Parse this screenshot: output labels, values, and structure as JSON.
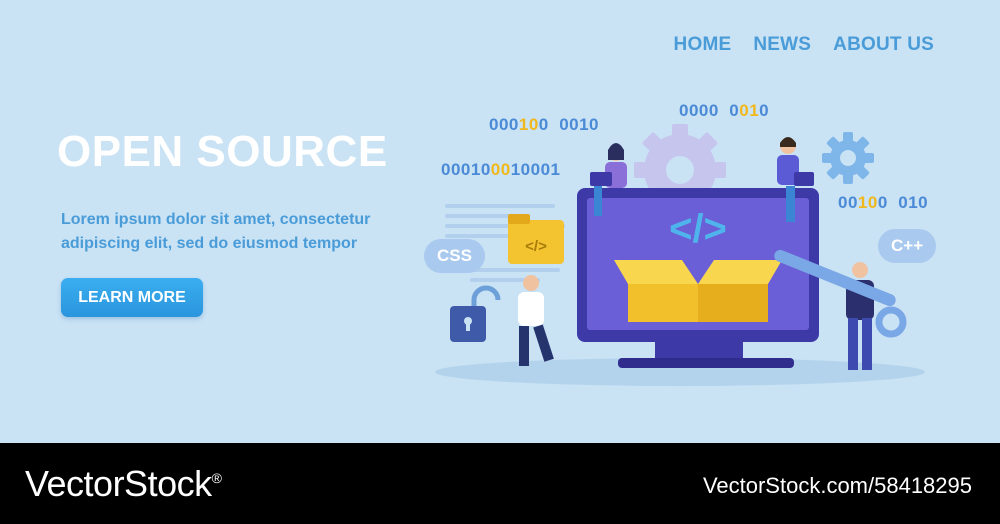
{
  "nav": {
    "items": [
      "HOME",
      "NEWS",
      "ABOUT US"
    ]
  },
  "hero": {
    "title": "OPEN SOURCE",
    "description": "Lorem ipsum dolor sit amet, consectetur adipiscing elit, sed do eiusmod tempor",
    "cta_label": "LEARN MORE"
  },
  "binary": {
    "b1": {
      "pre": "000",
      "hl": "10",
      "post": "0  0010"
    },
    "b2": {
      "pre": "00010",
      "hl": "00",
      "post": "10001"
    },
    "b3": {
      "pre": "0000  0",
      "hl": "01",
      "post": "0"
    },
    "b4": {
      "pre": "00",
      "hl": "10",
      "post": "0  010"
    }
  },
  "tags": {
    "css": "CSS",
    "cpp": "C++"
  },
  "monitor": {
    "code_symbol": "</>",
    "folder_symbol": "</>"
  },
  "colors": {
    "background": "#c9e2f4",
    "accent": "#4a9cd8",
    "button": "#2a95dd",
    "highlight": "#f0b81c",
    "monitor": "#3d3aa8",
    "screen": "#6a5fd6"
  },
  "footer": {
    "brand": "VectorStock",
    "brand_mark": "®",
    "stock_id": "VectorStock.com/58418295"
  }
}
